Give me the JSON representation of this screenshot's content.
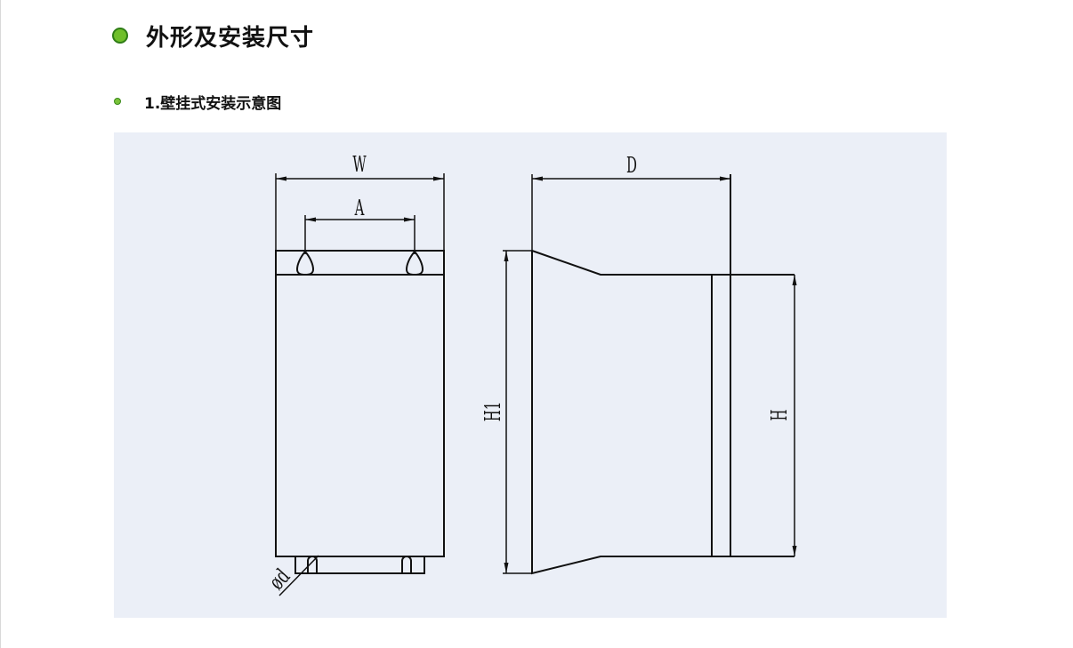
{
  "section": {
    "title": "外形及安装尺寸",
    "subsection_title": "1.壁挂式安装示意图"
  },
  "diagram": {
    "labels": {
      "width": "W",
      "mount_spacing": "A",
      "depth": "D",
      "total_height": "H1",
      "body_height": "H",
      "hole_diameter": "ød"
    }
  },
  "colors": {
    "bullet_fill": "#6fbf2a",
    "bullet_border": "#2f7d16",
    "panel_background": "#ebeff7",
    "line": "#111111"
  }
}
